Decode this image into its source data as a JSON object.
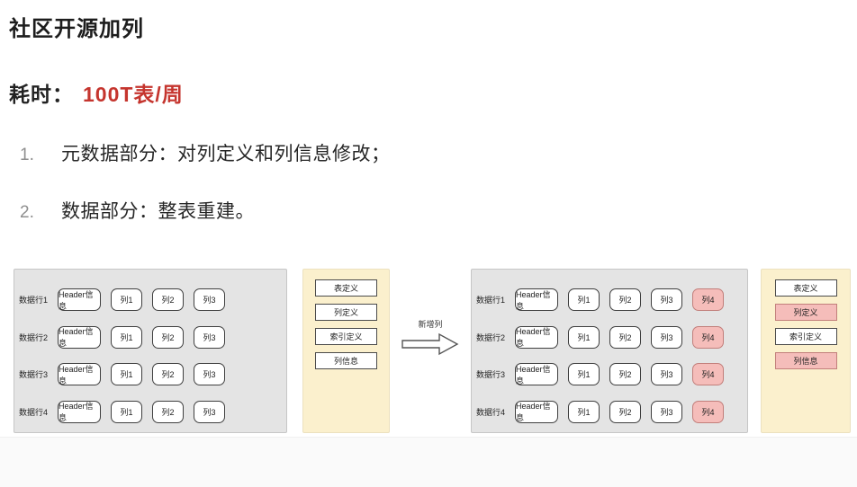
{
  "page": {
    "title": "社区开源加列",
    "time_label": "耗时：",
    "time_value": "100T表/周",
    "time_value_color": "#c5352e",
    "list_items": [
      {
        "num": "1.",
        "text": "元数据部分：对列定义和列信息修改；"
      },
      {
        "num": "2.",
        "text": "数据部分：整表重建。"
      }
    ]
  },
  "diagram": {
    "arrow_label": "新增列",
    "row_labels": [
      "数据行1",
      "数据行2",
      "数据行3",
      "数据行4"
    ],
    "header_cell": "Header信息",
    "before_table": {
      "columns": [
        "Header信息",
        "列1",
        "列2",
        "列3"
      ],
      "highlighted_columns": []
    },
    "after_table": {
      "columns": [
        "Header信息",
        "列1",
        "列2",
        "列3",
        "列4"
      ],
      "highlighted_columns": [
        "列4"
      ]
    },
    "before_meta": {
      "items": [
        "表定义",
        "列定义",
        "索引定义",
        "列信息"
      ],
      "highlighted_items": []
    },
    "after_meta": {
      "items": [
        "表定义",
        "列定义",
        "索引定义",
        "列信息"
      ],
      "highlighted_items": [
        "列定义",
        "列信息"
      ]
    },
    "colors": {
      "panel_gray": "#e4e4e4",
      "panel_gray_border": "#c6c6c6",
      "panel_yellow": "#fbf0cd",
      "panel_yellow_border": "#ece1bf",
      "box_border": "#3f3f3f",
      "highlight_bg": "#f5bdba",
      "highlight_border": "#c27f7b",
      "accent_red": "#c5352e"
    }
  }
}
